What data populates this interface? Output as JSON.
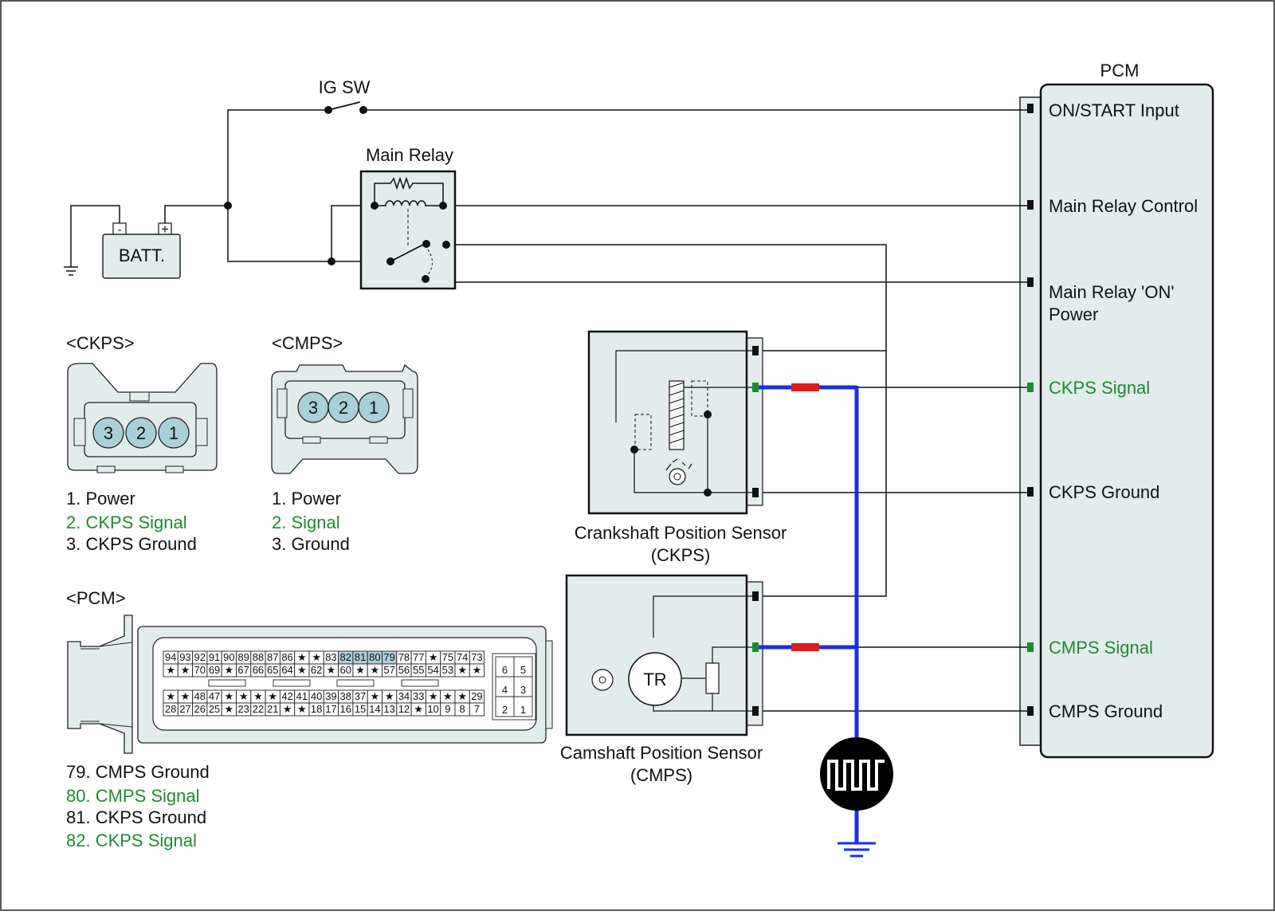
{
  "labels": {
    "pcm_title": "PCM",
    "ig_sw": "IG SW",
    "main_relay": "Main Relay",
    "batt": "BATT.",
    "batt_minus": "-",
    "batt_plus": "+",
    "pcm_on_start": "ON/START Input",
    "pcm_main_relay_control": "Main Relay Control",
    "pcm_main_relay_on_1": "Main Relay 'ON'",
    "pcm_main_relay_on_2": "Power",
    "pcm_ckps_signal": "CKPS Signal",
    "pcm_ckps_ground": "CKPS Ground",
    "pcm_cmps_signal": "CMPS Signal",
    "pcm_cmps_ground": "CMPS Ground",
    "ckps_title_1": "Crankshaft Position Sensor",
    "ckps_title_2": "(CKPS)",
    "cmps_title_1": "Camshaft Position Sensor",
    "cmps_title_2": "(CMPS)",
    "tr": "TR",
    "ckps_conn_title": "<CKPS>",
    "cmps_conn_title": "<CMPS>",
    "pcm_conn_title": "<PCM>"
  },
  "ckps_connector": {
    "pins": [
      "3",
      "2",
      "1"
    ],
    "legend": [
      "1. Power",
      "2. CKPS Signal",
      "3. CKPS Ground"
    ]
  },
  "cmps_connector": {
    "pins": [
      "3",
      "2",
      "1"
    ],
    "legend": [
      "1. Power",
      "2. Signal",
      "3. Ground"
    ]
  },
  "pcm_connector": {
    "row1": [
      "94",
      "93",
      "92",
      "91",
      "90",
      "89",
      "88",
      "87",
      "86",
      "★",
      "★",
      "83",
      "82",
      "81",
      "80",
      "79",
      "78",
      "77",
      "★",
      "75",
      "74",
      "73"
    ],
    "row2": [
      "★",
      "★",
      "70",
      "69",
      "★",
      "67",
      "66",
      "65",
      "64",
      "★",
      "62",
      "★",
      "60",
      "★",
      "★",
      "57",
      "56",
      "55",
      "54",
      "53",
      "★",
      "★"
    ],
    "row3": [
      "★",
      "★",
      "48",
      "47",
      "★",
      "★",
      "★",
      "★",
      "42",
      "41",
      "40",
      "39",
      "38",
      "37",
      "★",
      "★",
      "34",
      "33",
      "★",
      "★",
      "★",
      "29"
    ],
    "row4": [
      "28",
      "27",
      "26",
      "25",
      "★",
      "23",
      "22",
      "21",
      "★",
      "★",
      "18",
      "17",
      "16",
      "15",
      "14",
      "13",
      "12",
      "★",
      "10",
      "9",
      "8",
      "7"
    ],
    "side_block": [
      "6",
      "5",
      "4",
      "3",
      "2",
      "1"
    ],
    "legend": [
      "79. CMPS Ground",
      "80. CMPS Signal",
      "81. CKPS Ground",
      "82. CKPS Signal"
    ]
  },
  "colors": {
    "signal_green": "#1e8a2e",
    "wire_blue": "#1a2fe0",
    "marker_red": "#e21a1a",
    "panel_fill": "#e3eced",
    "pin_fill": "#a9cfd8",
    "highlight_pins": "#a9cfd8"
  }
}
